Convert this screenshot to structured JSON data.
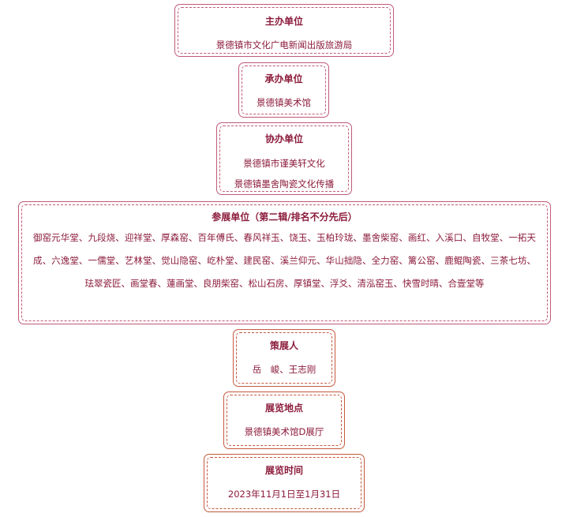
{
  "sections": {
    "organizer": {
      "title": "主办单位",
      "lines": [
        "景德镇市文化广电新闻出版旅游局"
      ]
    },
    "undertaker": {
      "title": "承办单位",
      "lines": [
        "景德镇美术馆"
      ]
    },
    "co_organizer": {
      "title": "协办单位",
      "lines": [
        "景德镇市谨美轩文化",
        "景德镇墨舍陶瓷文化传播"
      ]
    },
    "participants": {
      "title": "参展单位（第二辑/排名不分先后）",
      "text": "御窑元华堂、九段烧、迎祥堂、厚森窑、百年傅氏、春风祥玉、饶玉、玉柏玲珑、墨舍柴窑、画红、入溪口、自牧堂、一拓天成、六逸堂、一儒堂、艺林堂、觉山隐窑、屹朴堂、建民窑、溪兰仰元、华山拙隐、全力窑、篱公窑、鹿鲲陶瓷、三茶七坊、珐翠瓷匠、画堂春、蓮画堂、良朋柴窑、松山石房、厚镇堂、浮爻、清泓窑玉、快雪时晴、合壹堂等"
    },
    "curator": {
      "title": "策展人",
      "lines": [
        "岳　峻、王志刚"
      ]
    },
    "venue": {
      "title": "展览地点",
      "lines": [
        "景德镇美术馆D展厅"
      ]
    },
    "time": {
      "title": "展览时间",
      "lines": [
        "2023年11月1日至1月31日"
      ]
    }
  }
}
